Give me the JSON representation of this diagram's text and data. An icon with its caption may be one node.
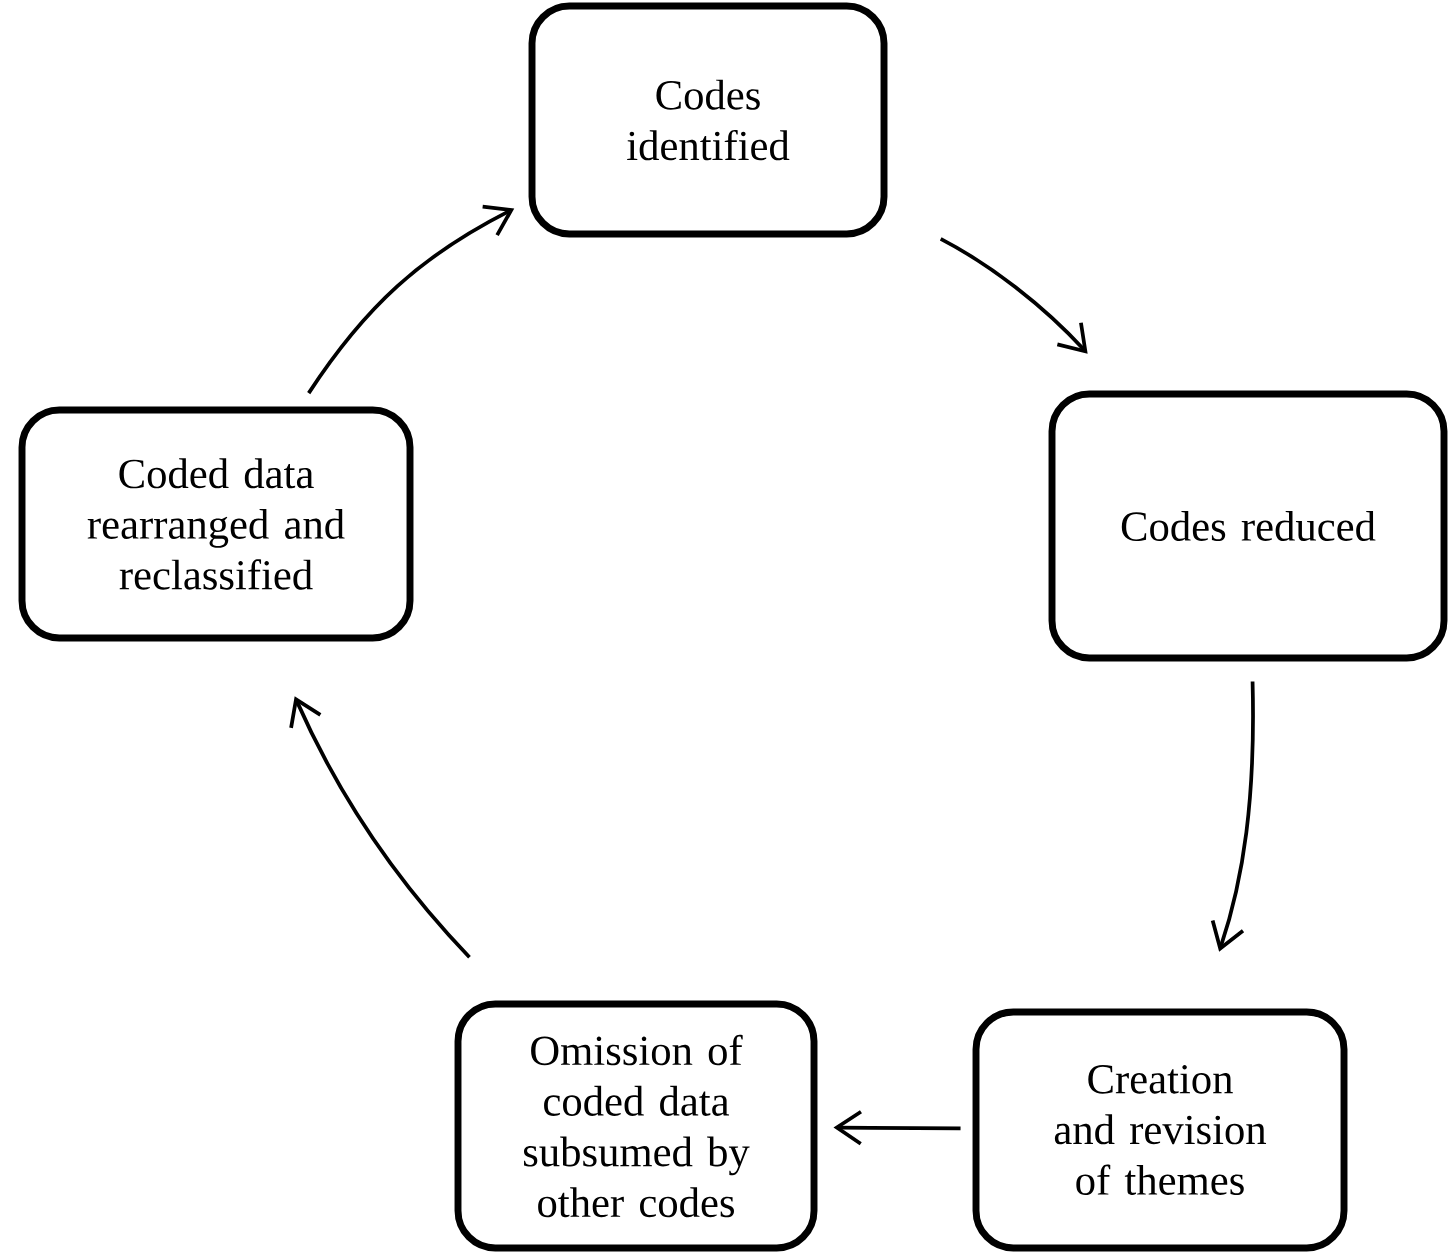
{
  "diagram": {
    "nodes": [
      {
        "text": [
          "Codes identified"
        ]
      },
      {
        "text": [
          "Codes reduced"
        ]
      },
      {
        "text": [
          "Creation and revision of themes"
        ]
      },
      {
        "text": [
          "Omission of coded data subsumed by other codes"
        ]
      },
      {
        "text": [
          "Coded data rearranged and reclassified"
        ]
      }
    ],
    "edges": [
      {
        "from": 4,
        "to": 0,
        "arrow": "to"
      },
      {
        "from": 0,
        "to": 1,
        "arrow": "to"
      },
      {
        "from": 1,
        "to": 2,
        "arrow": "to"
      },
      {
        "from": 2,
        "to": 3,
        "arrow": "to"
      },
      {
        "from": 3,
        "to": 4,
        "arrow": "to"
      }
    ]
  }
}
